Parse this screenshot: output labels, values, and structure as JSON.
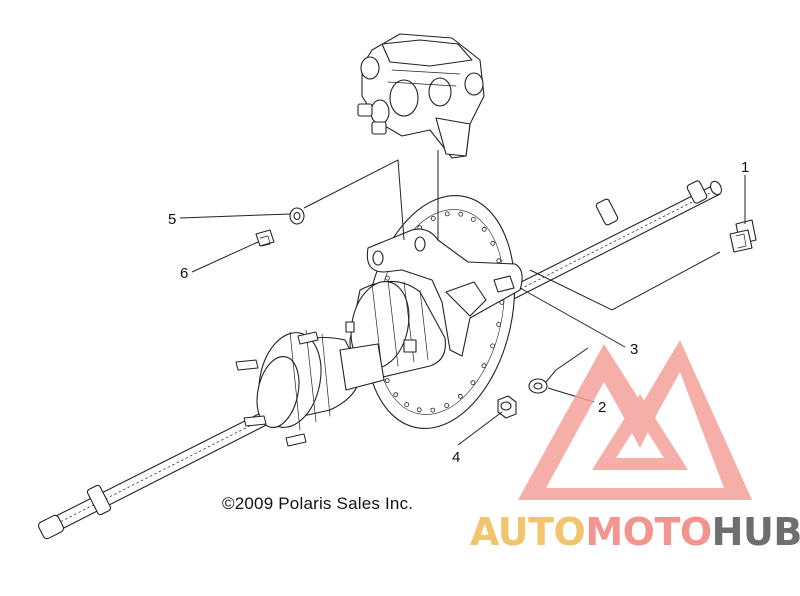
{
  "diagram": {
    "callouts": [
      "1",
      "2",
      "3",
      "4",
      "5",
      "6"
    ]
  },
  "copyright": "©2009 Polaris Sales Inc.",
  "watermark": {
    "part_a": "AUTO",
    "part_b": "MOTO",
    "part_c": "HUB",
    "colors": {
      "auto": "#f3c46e",
      "moto": "#f1958e",
      "hub": "#6e6e6e",
      "logo": "#f4a09a"
    }
  }
}
